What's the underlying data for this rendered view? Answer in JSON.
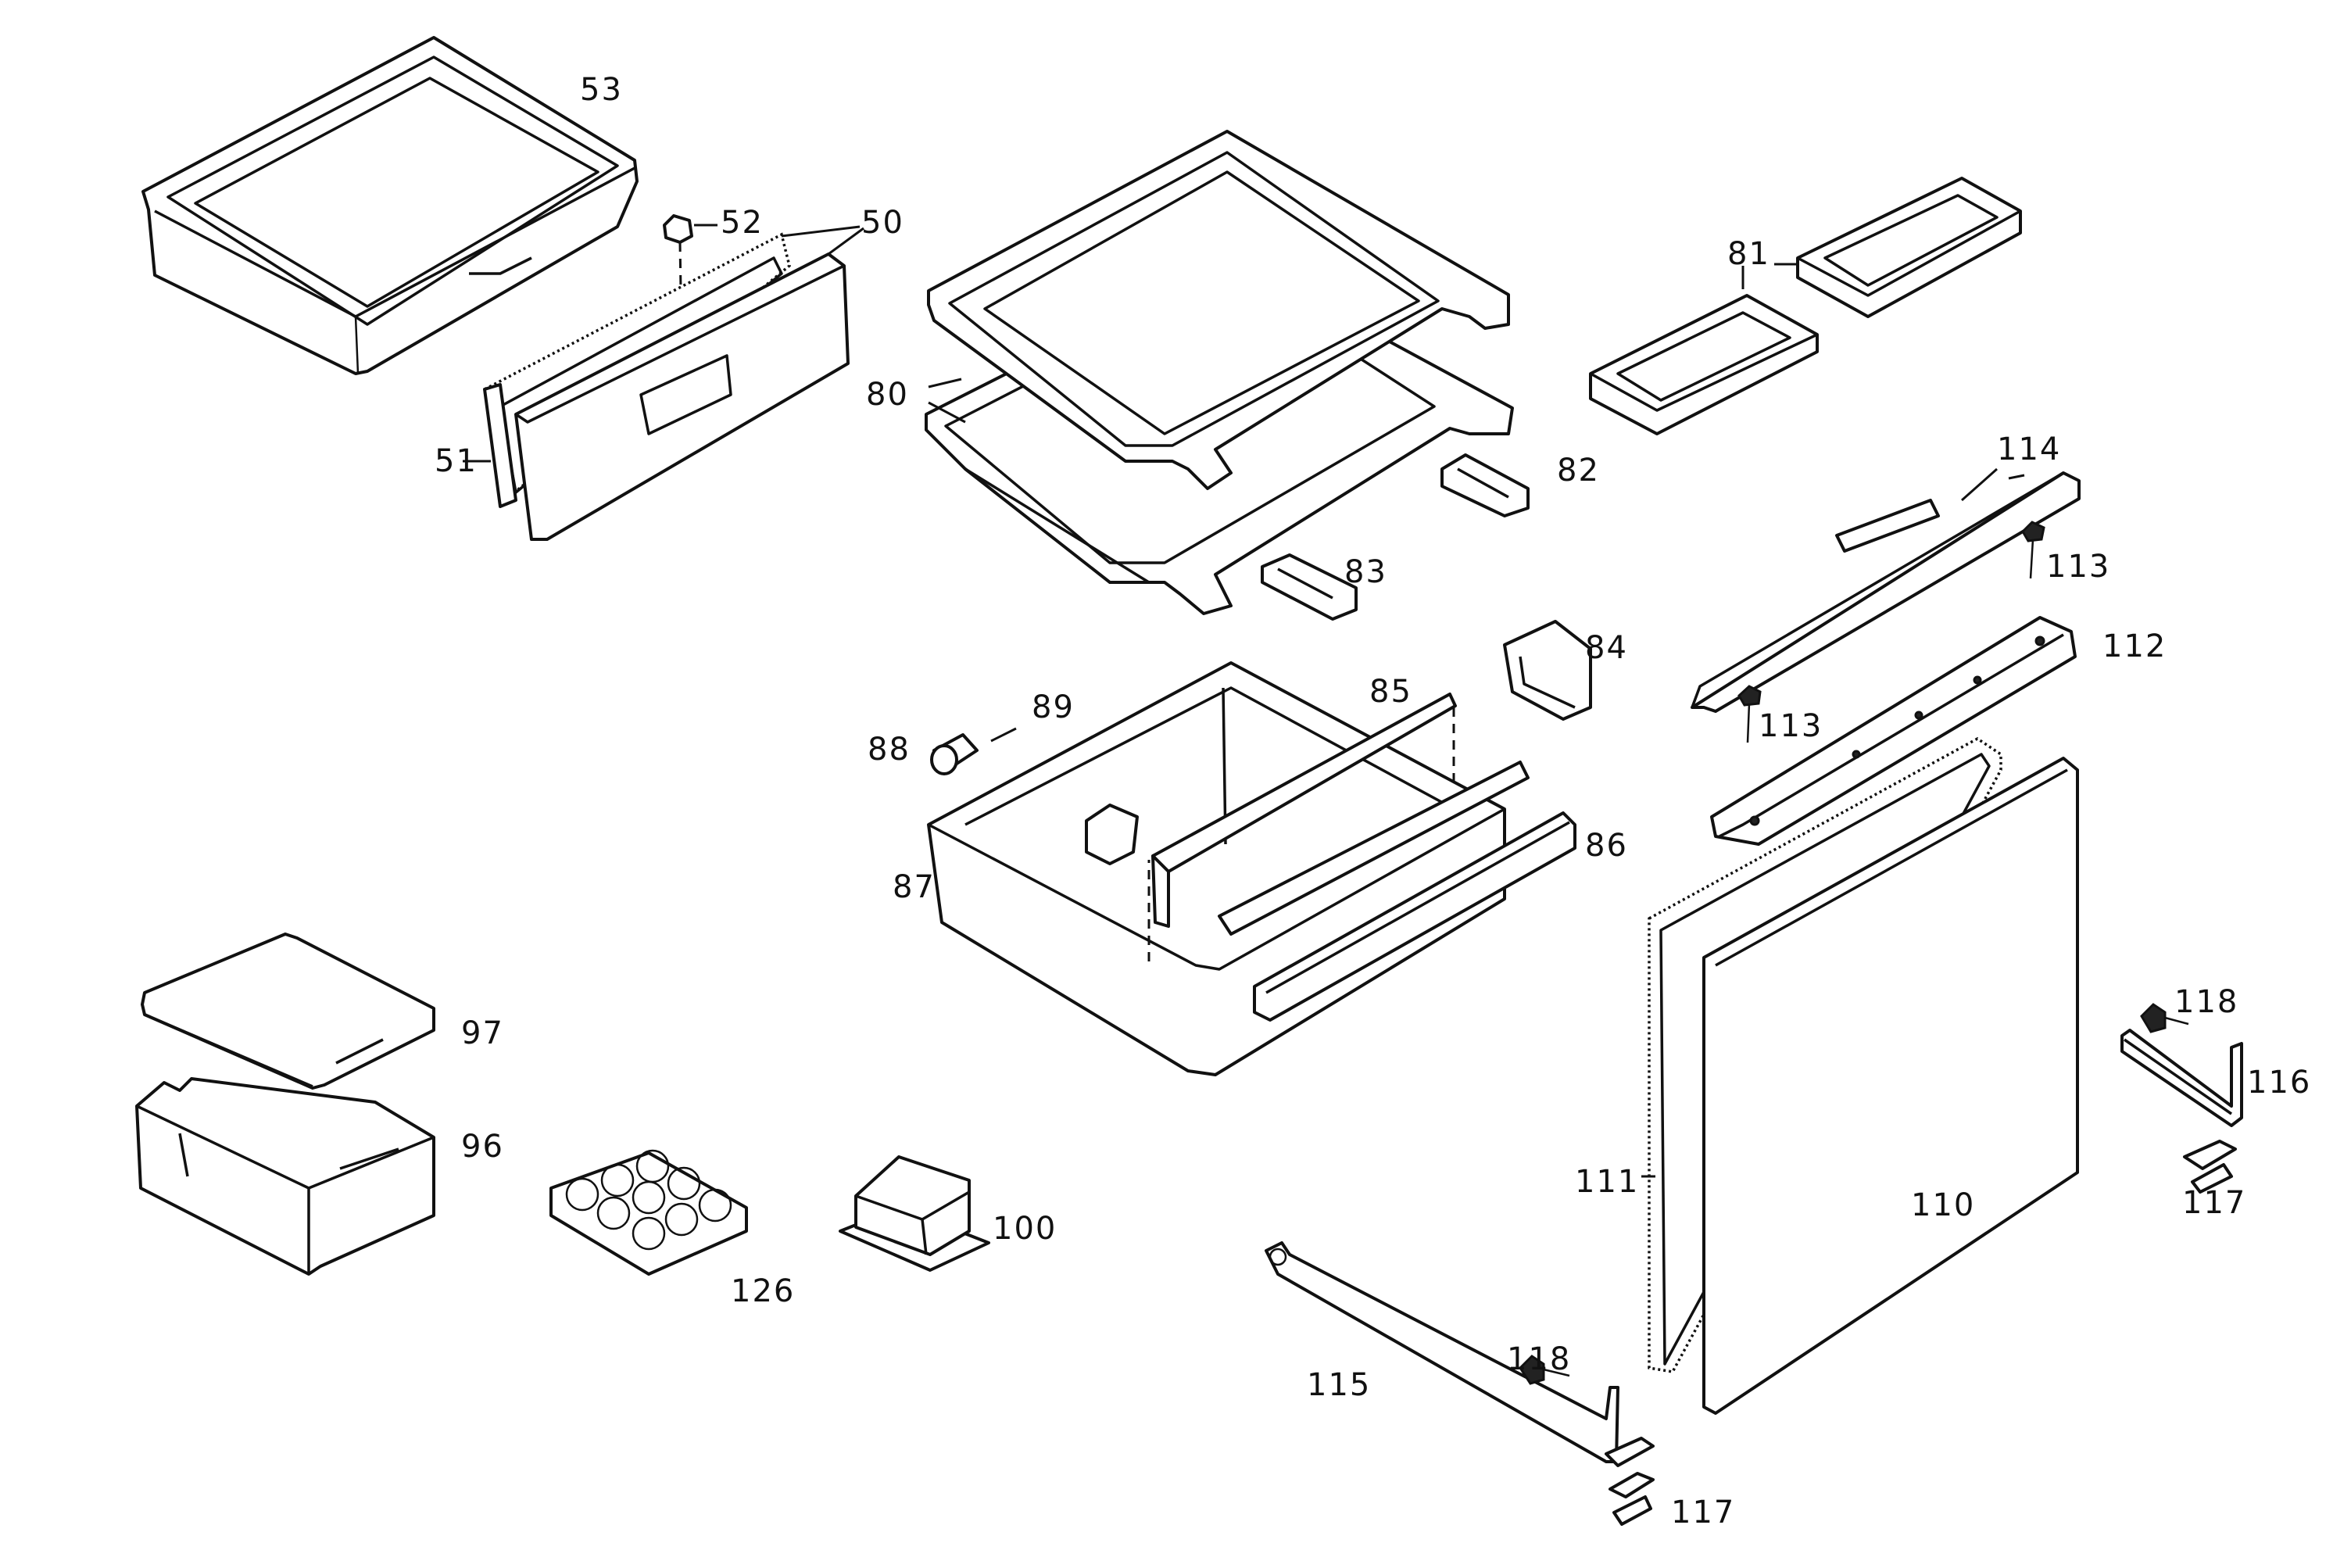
{
  "labels": [
    {
      "id": "50",
      "text": "50"
    },
    {
      "id": "51",
      "text": "51"
    },
    {
      "id": "52",
      "text": "52"
    },
    {
      "id": "53",
      "text": "53"
    },
    {
      "id": "80",
      "text": "80"
    },
    {
      "id": "81",
      "text": "81"
    },
    {
      "id": "82",
      "text": "82"
    },
    {
      "id": "83",
      "text": "83"
    },
    {
      "id": "84",
      "text": "84"
    },
    {
      "id": "85",
      "text": "85"
    },
    {
      "id": "86",
      "text": "86"
    },
    {
      "id": "87",
      "text": "87"
    },
    {
      "id": "88",
      "text": "88"
    },
    {
      "id": "89",
      "text": "89"
    },
    {
      "id": "96",
      "text": "96"
    },
    {
      "id": "97",
      "text": "97"
    },
    {
      "id": "100",
      "text": "100"
    },
    {
      "id": "110",
      "text": "110"
    },
    {
      "id": "111",
      "text": "111"
    },
    {
      "id": "112",
      "text": "112"
    },
    {
      "id": "113a",
      "text": "113"
    },
    {
      "id": "113b",
      "text": "113"
    },
    {
      "id": "114",
      "text": "114"
    },
    {
      "id": "115",
      "text": "115"
    },
    {
      "id": "116",
      "text": "116"
    },
    {
      "id": "117a",
      "text": "117"
    },
    {
      "id": "117b",
      "text": "117"
    },
    {
      "id": "118a",
      "text": "118"
    },
    {
      "id": "118b",
      "text": "118"
    },
    {
      "id": "126",
      "text": "126"
    }
  ]
}
